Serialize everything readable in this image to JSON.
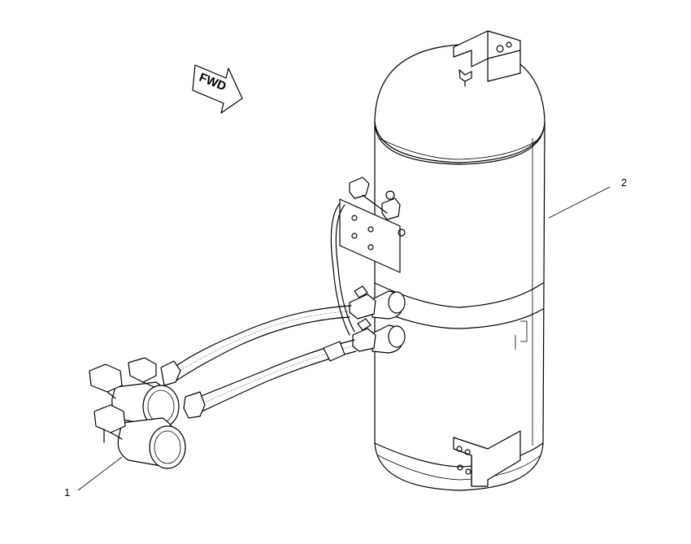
{
  "diagram": {
    "direction_arrow": {
      "label": "FWD",
      "icon": "fwd-arrow-icon"
    },
    "callouts": [
      {
        "id": "1",
        "label": "1"
      },
      {
        "id": "2",
        "label": "2"
      }
    ],
    "colors": {
      "line": "#000000",
      "background": "#ffffff"
    }
  }
}
